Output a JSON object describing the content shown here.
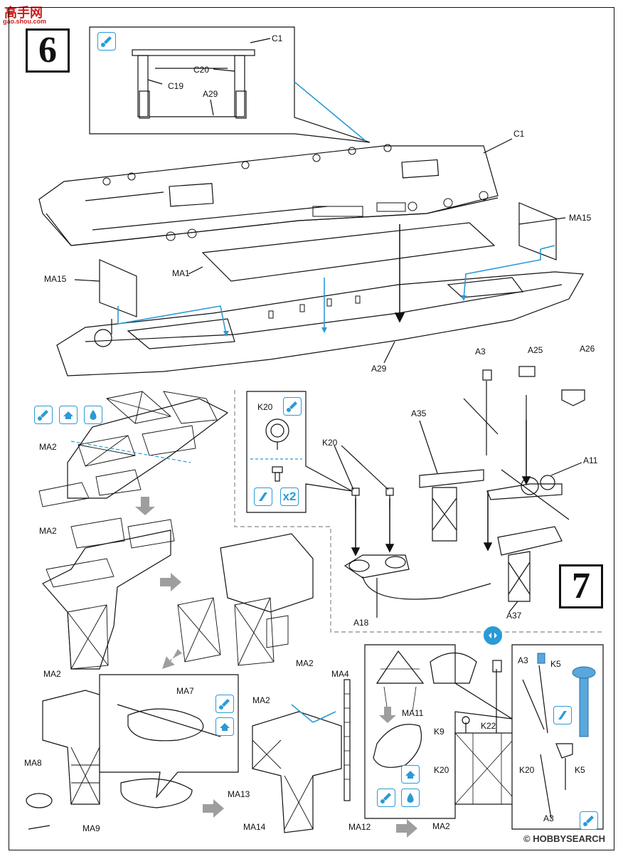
{
  "watermark": {
    "title": "高手网",
    "sub": "gao.shou.com"
  },
  "footer_watermark": "© HOBBYSEARCH",
  "steps": {
    "six": "6",
    "seven": "7"
  },
  "icons": {
    "step6_inset": "glue-icon",
    "ma2_glue": "glue-icon",
    "ma2_bend": "bend-icon",
    "ma2_water": "water-icon",
    "k20_glue": "glue-icon",
    "k20_paint": "paint-icon",
    "ma7_glue": "glue-icon",
    "ma7_bend": "bend-icon",
    "ma11_glue": "glue-icon",
    "ma11_water": "water-icon",
    "ma11_bend": "bend-icon",
    "k5_paint": "paint-icon",
    "k5_glue": "glue-icon",
    "option": "option-icon"
  },
  "k20_qty": "x2",
  "labels": {
    "c1_inset": "C1",
    "c20": "C20",
    "c19": "C19",
    "a29_inset": "A29",
    "c1": "C1",
    "ma15_right": "MA15",
    "ma15_left": "MA15",
    "ma1": "MA1",
    "a29": "A29",
    "a3_top": "A3",
    "a25": "A25",
    "a26": "A26",
    "k20_inset": "K20",
    "k20": "K20",
    "a35": "A35",
    "a11": "A11",
    "a18": "A18",
    "a37": "A37",
    "ma2_a": "MA2",
    "ma2_b": "MA2",
    "ma2_c": "MA2",
    "ma2_d": "MA2",
    "ma2_e": "MA2",
    "ma2_f": "MA2",
    "ma7": "MA7",
    "ma4": "MA4",
    "ma8": "MA8",
    "ma9": "MA9",
    "ma13": "MA13",
    "ma14": "MA14",
    "ma12": "MA12",
    "ma11": "MA11",
    "k9": "K9",
    "k22": "K22",
    "k20_l": "K20",
    "k20_r": "K20",
    "a3_r1": "A3",
    "k5_a": "K5",
    "k5_b": "K5",
    "a3_r2": "A3"
  },
  "colors": {
    "accent": "#2b9ad6",
    "line": "#111111",
    "grey": "#9e9e9e"
  }
}
